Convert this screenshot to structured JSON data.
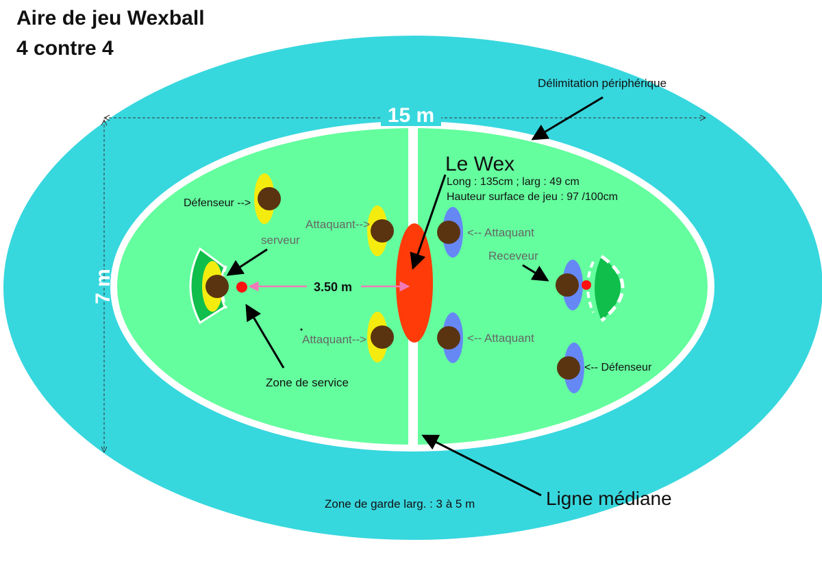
{
  "title": {
    "line1": "Aire de jeu Wexball",
    "line2": "4 contre 4"
  },
  "labels": {
    "perimeter": "Délimitation périphérique",
    "length": "15 m",
    "width": "7 m",
    "wex_title": "Le Wex",
    "wex_dims": "Long : 135cm ; larg : 49 cm",
    "wex_height": "Hauteur surface de jeu : 97 /100cm",
    "defender_left": "Défenseur -->",
    "attacker_left_top": "Attaquant-->",
    "attacker_left_bottom": "Attaquant-->",
    "attacker_right_top": "<-- Attaquant",
    "attacker_right_bottom": "<-- Attaquant",
    "defender_right": "<-- Défenseur",
    "server": "serveur",
    "receiver": "Receveur",
    "service_distance": "3.50 m",
    "service_zone": "Zone de service",
    "guard_zone": "Zone de garde larg. : 3 à 5 m",
    "midline": "Ligne médiane"
  },
  "colors": {
    "guard_zone": "#37d7de",
    "court": "#64fe9e",
    "boundary": "#ffffff",
    "wex": "#ff3b0a",
    "team_yellow": "#f5ec0f",
    "team_blue": "#6688f5",
    "player_head": "#5a3410",
    "service_arc": "#0fbe4b",
    "ball": "#ff1010",
    "distance_arrow": "#f07ab8"
  }
}
